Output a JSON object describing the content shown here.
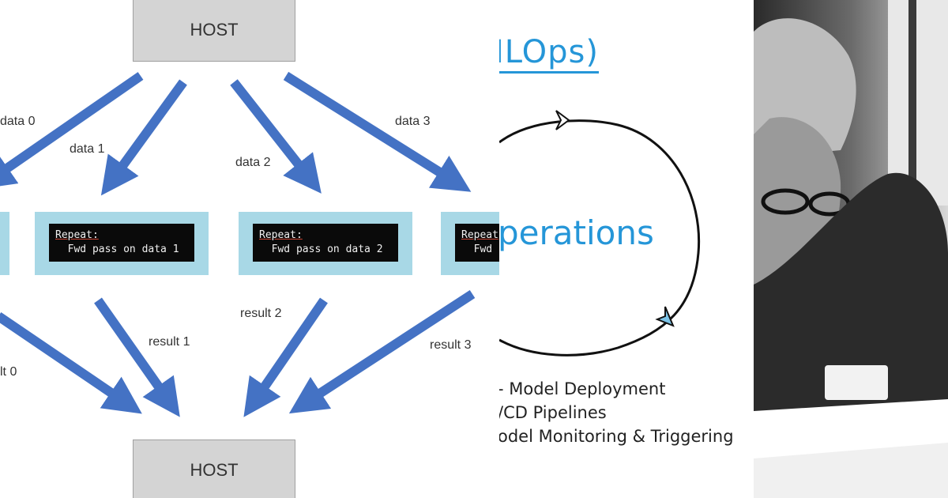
{
  "left": {
    "host_top": "HOST",
    "host_bottom": "HOST",
    "data_labels": [
      "data 0",
      "data 1",
      "data 2",
      "data 3"
    ],
    "result_labels": [
      "lt 0",
      "result 1",
      "result 2",
      "result 3"
    ],
    "workers": [
      {
        "line1": "Repeat:",
        "line2": "  Fwd pass on data 1"
      },
      {
        "line1": "Repeat:",
        "line2": "  Fwd pass on data 2"
      },
      {
        "line1": "Repeat",
        "line2": "  Fwd p"
      }
    ],
    "arrow_color": "#4472c4",
    "worker_color": "#a8d8e6"
  },
  "middle": {
    "title": "ILOps)",
    "cycle_word": "perations",
    "bullets": [
      "- Model Deployment",
      "/CD Pipelines",
      "odel Monitoring & Triggering"
    ],
    "accent_color": "#2596d8"
  },
  "right": {
    "photo": "black-and-white-photo-of-elderly-man-writing"
  }
}
